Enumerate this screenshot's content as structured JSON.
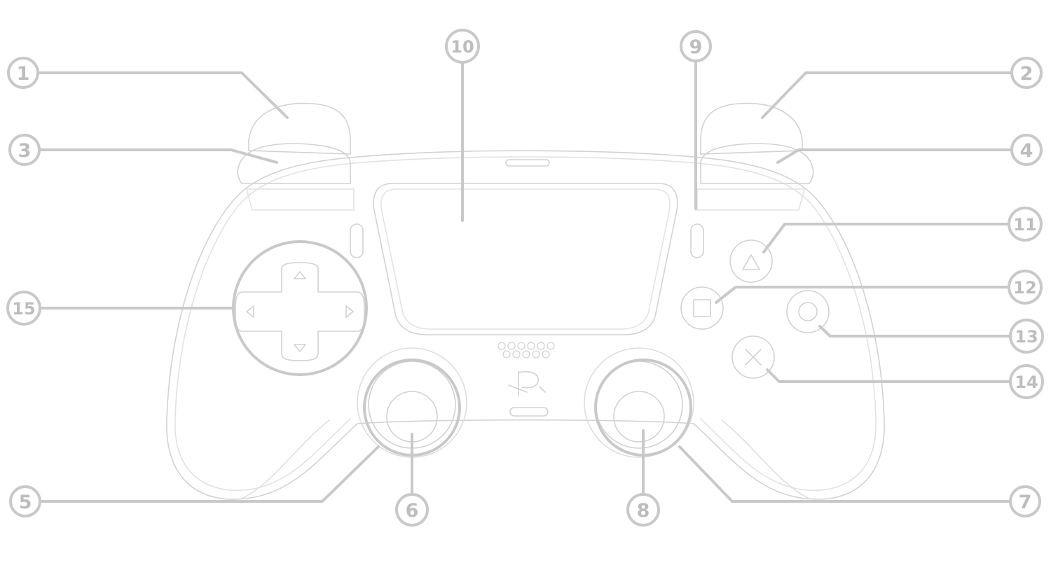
{
  "colors": {
    "background": "#ffffff",
    "controller_outline": "#d2d2d2",
    "callout": "#c9c9c9",
    "number": "#bdbdbd"
  },
  "callouts": [
    {
      "id": "c1",
      "number": "1"
    },
    {
      "id": "c2",
      "number": "2"
    },
    {
      "id": "c3",
      "number": "3"
    },
    {
      "id": "c4",
      "number": "4"
    },
    {
      "id": "c5",
      "number": "5"
    },
    {
      "id": "c6",
      "number": "6"
    },
    {
      "id": "c7",
      "number": "7"
    },
    {
      "id": "c8",
      "number": "8"
    },
    {
      "id": "c9",
      "number": "9"
    },
    {
      "id": "c10",
      "number": "10"
    },
    {
      "id": "c11",
      "number": "11"
    },
    {
      "id": "c12",
      "number": "12"
    },
    {
      "id": "c13",
      "number": "13"
    },
    {
      "id": "c14",
      "number": "14"
    },
    {
      "id": "c15",
      "number": "15"
    }
  ]
}
